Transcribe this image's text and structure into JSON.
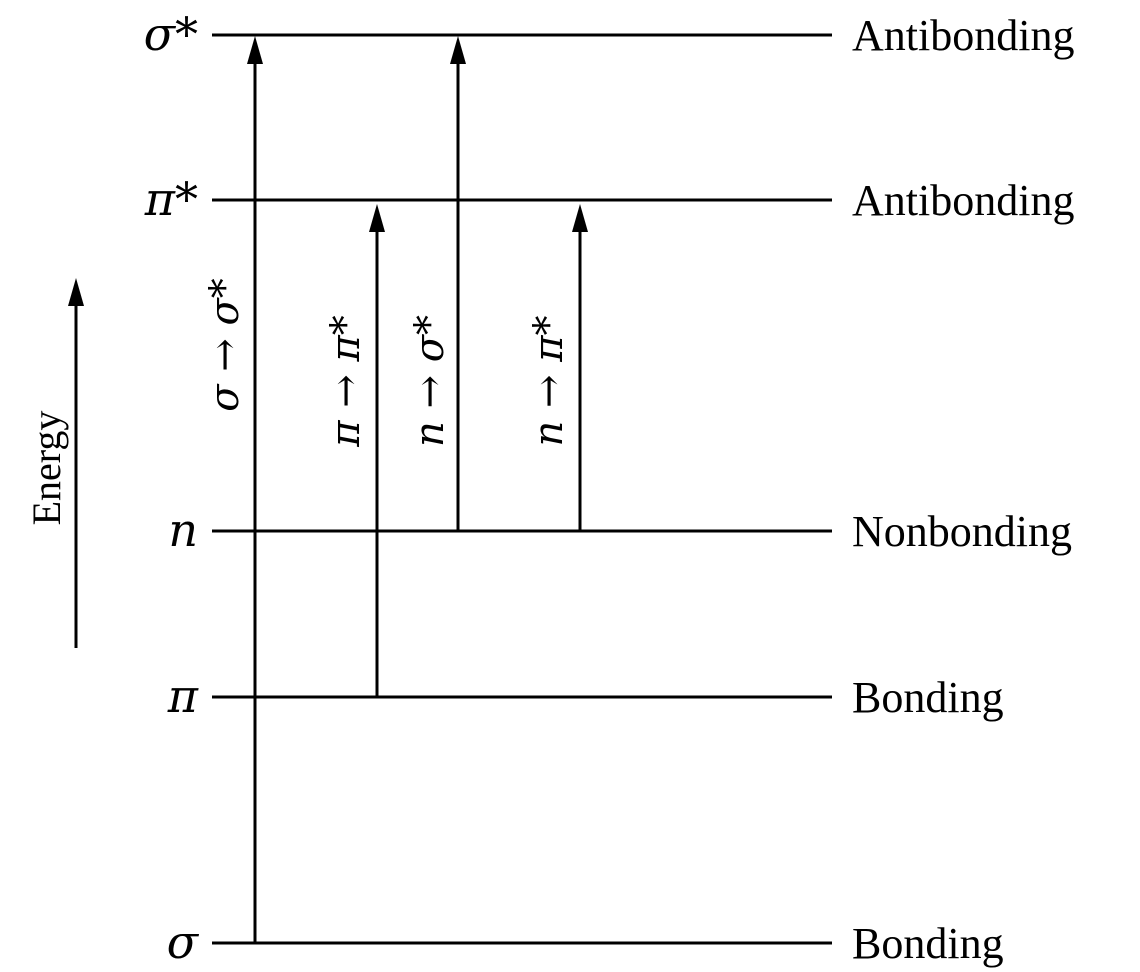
{
  "axis": {
    "label": "Energy"
  },
  "levels": [
    {
      "id": "sigma-star",
      "symbol": "σ*",
      "description": "Antibonding"
    },
    {
      "id": "pi-star",
      "symbol": "π*",
      "description": "Antibonding"
    },
    {
      "id": "n",
      "symbol": "n",
      "description": "Nonbonding"
    },
    {
      "id": "pi",
      "symbol": "π",
      "description": "Bonding"
    },
    {
      "id": "sigma",
      "symbol": "σ",
      "description": "Bonding"
    }
  ],
  "transitions": [
    {
      "id": "sigma-to-sigma-star",
      "label": "σ → σ*",
      "from": "sigma",
      "to": "sigma-star"
    },
    {
      "id": "pi-to-pi-star",
      "label": "π → π*",
      "from": "pi",
      "to": "pi-star"
    },
    {
      "id": "n-to-sigma-star",
      "label": "n → σ*",
      "from": "n",
      "to": "sigma-star"
    },
    {
      "id": "n-to-pi-star",
      "label": "n → π*",
      "from": "n",
      "to": "pi-star"
    }
  ]
}
